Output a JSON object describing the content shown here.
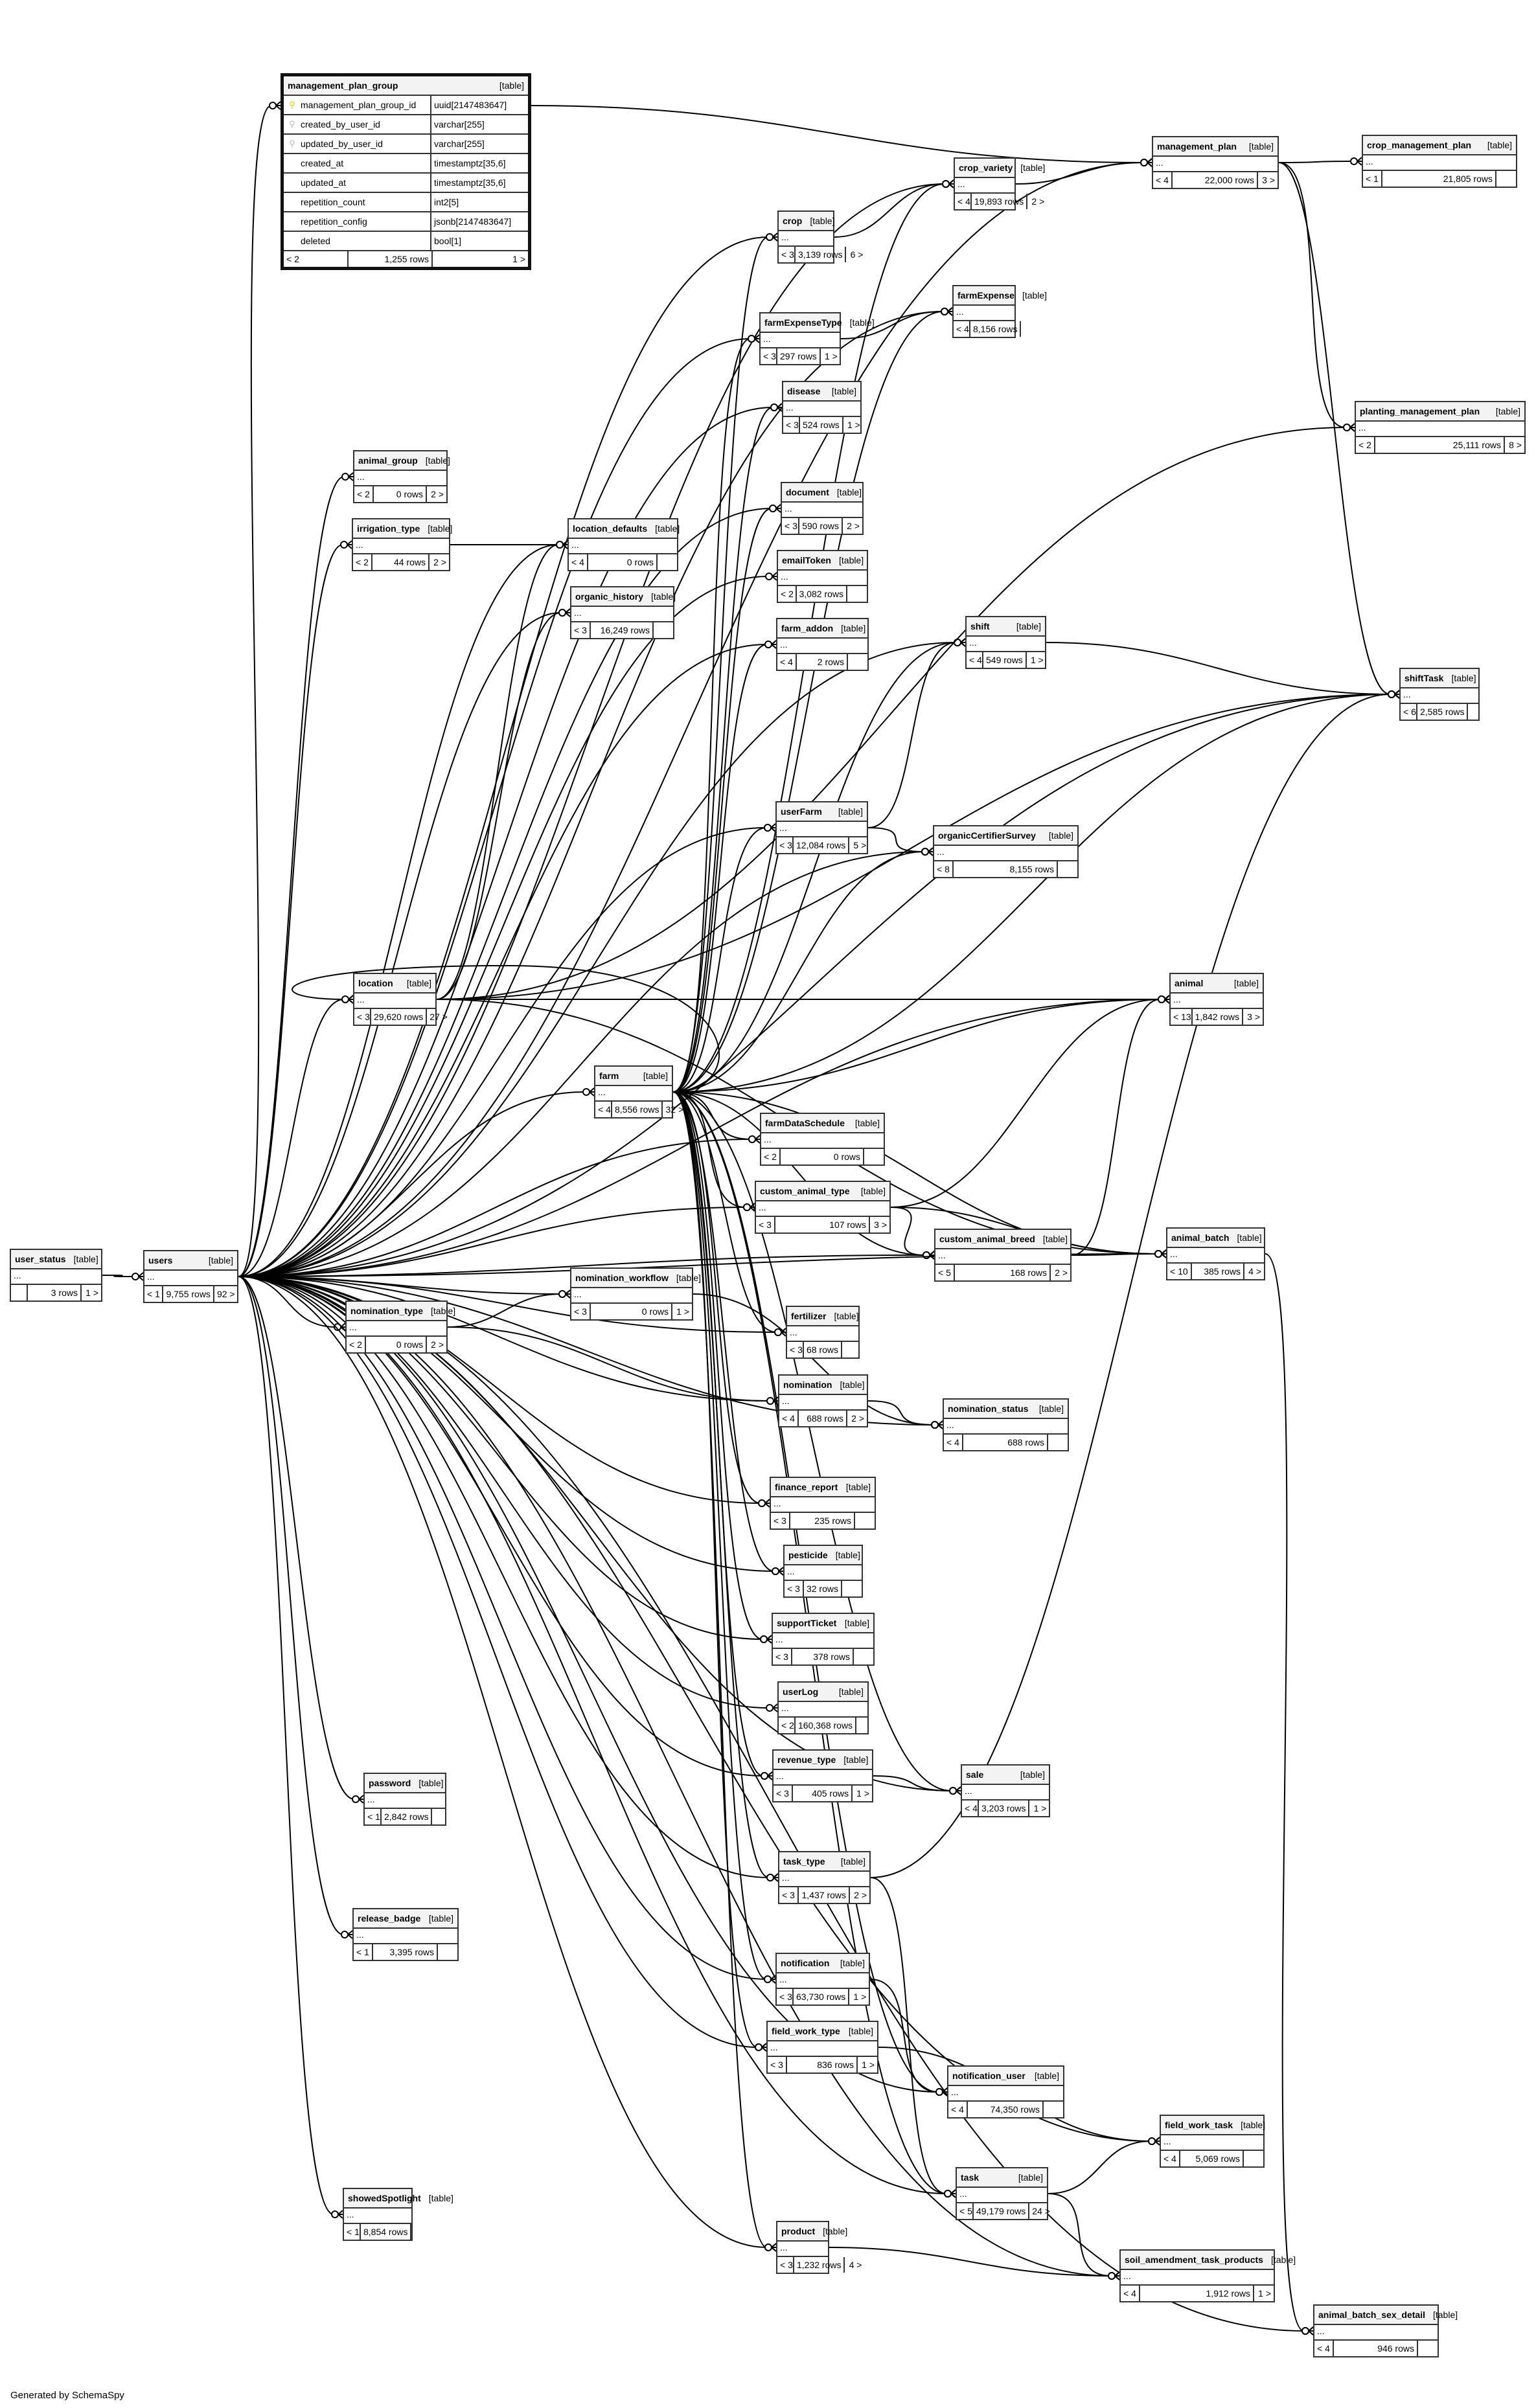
{
  "footer": "Generated by SchemaSpy",
  "kind_label": "[table]",
  "ellipsis": "...",
  "focus_table": {
    "name": "management_plan_group",
    "columns": [
      {
        "name": "management_plan_group_id",
        "type": "uuid[2147483647]",
        "key": "primary-key-icon"
      },
      {
        "name": "created_by_user_id",
        "type": "varchar[255]",
        "key": "foreign-key-icon"
      },
      {
        "name": "updated_by_user_id",
        "type": "varchar[255]",
        "key": "foreign-key-icon"
      },
      {
        "name": "created_at",
        "type": "timestamptz[35,6]",
        "key": ""
      },
      {
        "name": "updated_at",
        "type": "timestamptz[35,6]",
        "key": ""
      },
      {
        "name": "repetition_count",
        "type": "int2[5]",
        "key": ""
      },
      {
        "name": "repetition_config",
        "type": "jsonb[2147483647]",
        "key": ""
      },
      {
        "name": "deleted",
        "type": "bool[1]",
        "key": ""
      }
    ],
    "parents": "< 2",
    "rows": "1,255 rows",
    "children": "1 >"
  },
  "tables": [
    {
      "name": "management_plan",
      "parents": "< 4",
      "rows": "22,000 rows",
      "children": "3 >"
    },
    {
      "name": "crop_management_plan",
      "parents": "< 1",
      "rows": "21,805 rows",
      "children": ""
    },
    {
      "name": "crop_variety",
      "parents": "< 4",
      "rows": "19,893 rows",
      "children": "2 >"
    },
    {
      "name": "crop",
      "parents": "< 3",
      "rows": "3,139 rows",
      "children": "6 >"
    },
    {
      "name": "farmExpense",
      "parents": "< 4",
      "rows": "8,156 rows",
      "children": ""
    },
    {
      "name": "farmExpenseType",
      "parents": "< 3",
      "rows": "297 rows",
      "children": "1 >"
    },
    {
      "name": "disease",
      "parents": "< 3",
      "rows": "524 rows",
      "children": "1 >"
    },
    {
      "name": "planting_management_plan",
      "parents": "< 2",
      "rows": "25,111 rows",
      "children": "8 >"
    },
    {
      "name": "animal_group",
      "parents": "< 2",
      "rows": "0 rows",
      "children": "2 >"
    },
    {
      "name": "document",
      "parents": "< 3",
      "rows": "590 rows",
      "children": "2 >"
    },
    {
      "name": "irrigation_type",
      "parents": "< 2",
      "rows": "44 rows",
      "children": "2 >"
    },
    {
      "name": "location_defaults",
      "parents": "< 4",
      "rows": "0 rows",
      "children": ""
    },
    {
      "name": "emailToken",
      "parents": "< 2",
      "rows": "3,082 rows",
      "children": ""
    },
    {
      "name": "organic_history",
      "parents": "< 3",
      "rows": "16,249 rows",
      "children": ""
    },
    {
      "name": "farm_addon",
      "parents": "< 4",
      "rows": "2 rows",
      "children": ""
    },
    {
      "name": "shift",
      "parents": "< 4",
      "rows": "549 rows",
      "children": "1 >"
    },
    {
      "name": "shiftTask",
      "parents": "< 6",
      "rows": "2,585 rows",
      "children": ""
    },
    {
      "name": "userFarm",
      "parents": "< 3",
      "rows": "12,084 rows",
      "children": "5 >"
    },
    {
      "name": "organicCertifierSurvey",
      "parents": "< 8",
      "rows": "8,155 rows",
      "children": ""
    },
    {
      "name": "location",
      "parents": "< 3",
      "rows": "29,620 rows",
      "children": "27 >"
    },
    {
      "name": "animal",
      "parents": "< 13",
      "rows": "1,842 rows",
      "children": "3 >"
    },
    {
      "name": "farm",
      "parents": "< 4",
      "rows": "8,556 rows",
      "children": "32 >"
    },
    {
      "name": "farmDataSchedule",
      "parents": "< 2",
      "rows": "0 rows",
      "children": ""
    },
    {
      "name": "custom_animal_type",
      "parents": "< 3",
      "rows": "107 rows",
      "children": "3 >"
    },
    {
      "name": "custom_animal_breed",
      "parents": "< 5",
      "rows": "168 rows",
      "children": "2 >"
    },
    {
      "name": "animal_batch",
      "parents": "< 10",
      "rows": "385 rows",
      "children": "4 >"
    },
    {
      "name": "user_status",
      "parents": "",
      "rows": "3 rows",
      "children": "1 >"
    },
    {
      "name": "users",
      "parents": "< 1",
      "rows": "9,755 rows",
      "children": "92 >"
    },
    {
      "name": "nomination_workflow",
      "parents": "< 3",
      "rows": "0 rows",
      "children": "1 >"
    },
    {
      "name": "nomination_type",
      "parents": "< 2",
      "rows": "0 rows",
      "children": "2 >"
    },
    {
      "name": "fertilizer",
      "parents": "< 3",
      "rows": "68 rows",
      "children": ""
    },
    {
      "name": "nomination",
      "parents": "< 4",
      "rows": "688 rows",
      "children": "2 >"
    },
    {
      "name": "nomination_status",
      "parents": "< 4",
      "rows": "688 rows",
      "children": ""
    },
    {
      "name": "finance_report",
      "parents": "< 3",
      "rows": "235 rows",
      "children": ""
    },
    {
      "name": "pesticide",
      "parents": "< 3",
      "rows": "32 rows",
      "children": ""
    },
    {
      "name": "supportTicket",
      "parents": "< 3",
      "rows": "378 rows",
      "children": ""
    },
    {
      "name": "userLog",
      "parents": "< 2",
      "rows": "160,368 rows",
      "children": ""
    },
    {
      "name": "revenue_type",
      "parents": "< 3",
      "rows": "405 rows",
      "children": "1 >"
    },
    {
      "name": "sale",
      "parents": "< 4",
      "rows": "3,203 rows",
      "children": "1 >"
    },
    {
      "name": "password",
      "parents": "< 1",
      "rows": "2,842 rows",
      "children": ""
    },
    {
      "name": "task_type",
      "parents": "< 3",
      "rows": "1,437 rows",
      "children": "2 >"
    },
    {
      "name": "release_badge",
      "parents": "< 1",
      "rows": "3,395 rows",
      "children": ""
    },
    {
      "name": "notification",
      "parents": "< 3",
      "rows": "63,730 rows",
      "children": "1 >"
    },
    {
      "name": "field_work_type",
      "parents": "< 3",
      "rows": "836 rows",
      "children": "1 >"
    },
    {
      "name": "notification_user",
      "parents": "< 4",
      "rows": "74,350 rows",
      "children": ""
    },
    {
      "name": "field_work_task",
      "parents": "< 4",
      "rows": "5,069 rows",
      "children": ""
    },
    {
      "name": "task",
      "parents": "< 5",
      "rows": "49,179 rows",
      "children": "24 >"
    },
    {
      "name": "showedSpotlight",
      "parents": "< 1",
      "rows": "8,854 rows",
      "children": ""
    },
    {
      "name": "product",
      "parents": "< 3",
      "rows": "1,232 rows",
      "children": "4 >"
    },
    {
      "name": "soil_amendment_task_products",
      "parents": "< 4",
      "rows": "1,912 rows",
      "children": "1 >"
    },
    {
      "name": "animal_batch_sex_detail",
      "parents": "< 4",
      "rows": "946 rows",
      "children": ""
    }
  ],
  "relationships": [
    [
      "users",
      "management_plan_group"
    ],
    [
      "management_plan_group",
      "management_plan"
    ],
    [
      "users",
      "management_plan"
    ],
    [
      "crop_variety",
      "management_plan"
    ],
    [
      "management_plan",
      "crop_management_plan"
    ],
    [
      "management_plan",
      "planting_management_plan"
    ],
    [
      "management_plan",
      "shiftTask"
    ],
    [
      "users",
      "crop_variety"
    ],
    [
      "crop",
      "crop_variety"
    ],
    [
      "farm",
      "crop_variety"
    ],
    [
      "users",
      "crop"
    ],
    [
      "farm",
      "crop"
    ],
    [
      "users",
      "farmExpense"
    ],
    [
      "farmExpenseType",
      "farmExpense"
    ],
    [
      "farm",
      "farmExpense"
    ],
    [
      "users",
      "farmExpenseType"
    ],
    [
      "farm",
      "farmExpenseType"
    ],
    [
      "users",
      "disease"
    ],
    [
      "farm",
      "disease"
    ],
    [
      "users",
      "animal_group"
    ],
    [
      "users",
      "document"
    ],
    [
      "farm",
      "document"
    ],
    [
      "users",
      "irrigation_type"
    ],
    [
      "irrigation_type",
      "location_defaults"
    ],
    [
      "users",
      "location_defaults"
    ],
    [
      "location",
      "location_defaults"
    ],
    [
      "users",
      "emailToken"
    ],
    [
      "users",
      "organic_history"
    ],
    [
      "location",
      "organic_history"
    ],
    [
      "users",
      "farm_addon"
    ],
    [
      "farm",
      "farm_addon"
    ],
    [
      "users",
      "shift"
    ],
    [
      "farm",
      "shift"
    ],
    [
      "userFarm",
      "shift"
    ],
    [
      "shift",
      "shiftTask"
    ],
    [
      "users",
      "shiftTask"
    ],
    [
      "farm",
      "shiftTask"
    ],
    [
      "location",
      "shiftTask"
    ],
    [
      "users",
      "userFarm"
    ],
    [
      "farm",
      "userFarm"
    ],
    [
      "userFarm",
      "organicCertifierSurvey"
    ],
    [
      "users",
      "organicCertifierSurvey"
    ],
    [
      "farm",
      "organicCertifierSurvey"
    ],
    [
      "users",
      "location"
    ],
    [
      "farm",
      "location"
    ],
    [
      "location",
      "planting_management_plan"
    ],
    [
      "location",
      "animal"
    ],
    [
      "location",
      "animal_batch"
    ],
    [
      "users",
      "farm"
    ],
    [
      "users",
      "animal"
    ],
    [
      "farm",
      "animal"
    ],
    [
      "custom_animal_type",
      "animal"
    ],
    [
      "custom_animal_breed",
      "animal"
    ],
    [
      "users",
      "farmDataSchedule"
    ],
    [
      "farm",
      "farmDataSchedule"
    ],
    [
      "users",
      "custom_animal_type"
    ],
    [
      "farm",
      "custom_animal_type"
    ],
    [
      "custom_animal_type",
      "custom_animal_breed"
    ],
    [
      "users",
      "custom_animal_breed"
    ],
    [
      "farm",
      "custom_animal_breed"
    ],
    [
      "custom_animal_type",
      "animal_batch"
    ],
    [
      "custom_animal_breed",
      "animal_batch"
    ],
    [
      "users",
      "animal_batch"
    ],
    [
      "farm",
      "animal_batch"
    ],
    [
      "animal_batch",
      "animal_batch_sex_detail"
    ],
    [
      "user_status",
      "users"
    ],
    [
      "users",
      "nomination_workflow"
    ],
    [
      "nomination_type",
      "nomination_workflow"
    ],
    [
      "users",
      "nomination_type"
    ],
    [
      "users",
      "fertilizer"
    ],
    [
      "farm",
      "fertilizer"
    ],
    [
      "users",
      "nomination"
    ],
    [
      "nomination_type",
      "nomination"
    ],
    [
      "nomination",
      "nomination_status"
    ],
    [
      "nomination_workflow",
      "nomination_status"
    ],
    [
      "users",
      "nomination_status"
    ],
    [
      "users",
      "finance_report"
    ],
    [
      "farm",
      "finance_report"
    ],
    [
      "users",
      "pesticide"
    ],
    [
      "farm",
      "pesticide"
    ],
    [
      "users",
      "supportTicket"
    ],
    [
      "farm",
      "supportTicket"
    ],
    [
      "users",
      "userLog"
    ],
    [
      "users",
      "revenue_type"
    ],
    [
      "farm",
      "revenue_type"
    ],
    [
      "revenue_type",
      "sale"
    ],
    [
      "users",
      "sale"
    ],
    [
      "farm",
      "sale"
    ],
    [
      "users",
      "password"
    ],
    [
      "users",
      "task_type"
    ],
    [
      "farm",
      "task_type"
    ],
    [
      "task_type",
      "task"
    ],
    [
      "task_type",
      "shiftTask"
    ],
    [
      "users",
      "release_badge"
    ],
    [
      "users",
      "notification"
    ],
    [
      "farm",
      "notification"
    ],
    [
      "notification",
      "notification_user"
    ],
    [
      "users",
      "notification_user"
    ],
    [
      "farm",
      "notification_user"
    ],
    [
      "users",
      "field_work_type"
    ],
    [
      "farm",
      "field_work_type"
    ],
    [
      "field_work_type",
      "field_work_task"
    ],
    [
      "task",
      "field_work_task"
    ],
    [
      "users",
      "field_work_task"
    ],
    [
      "users",
      "task"
    ],
    [
      "farm",
      "task"
    ],
    [
      "task",
      "soil_amendment_task_products"
    ],
    [
      "product",
      "soil_amendment_task_products"
    ],
    [
      "users",
      "soil_amendment_task_products"
    ],
    [
      "users",
      "showedSpotlight"
    ],
    [
      "users",
      "product"
    ],
    [
      "farm",
      "product"
    ],
    [
      "users",
      "animal_batch_sex_detail"
    ]
  ]
}
